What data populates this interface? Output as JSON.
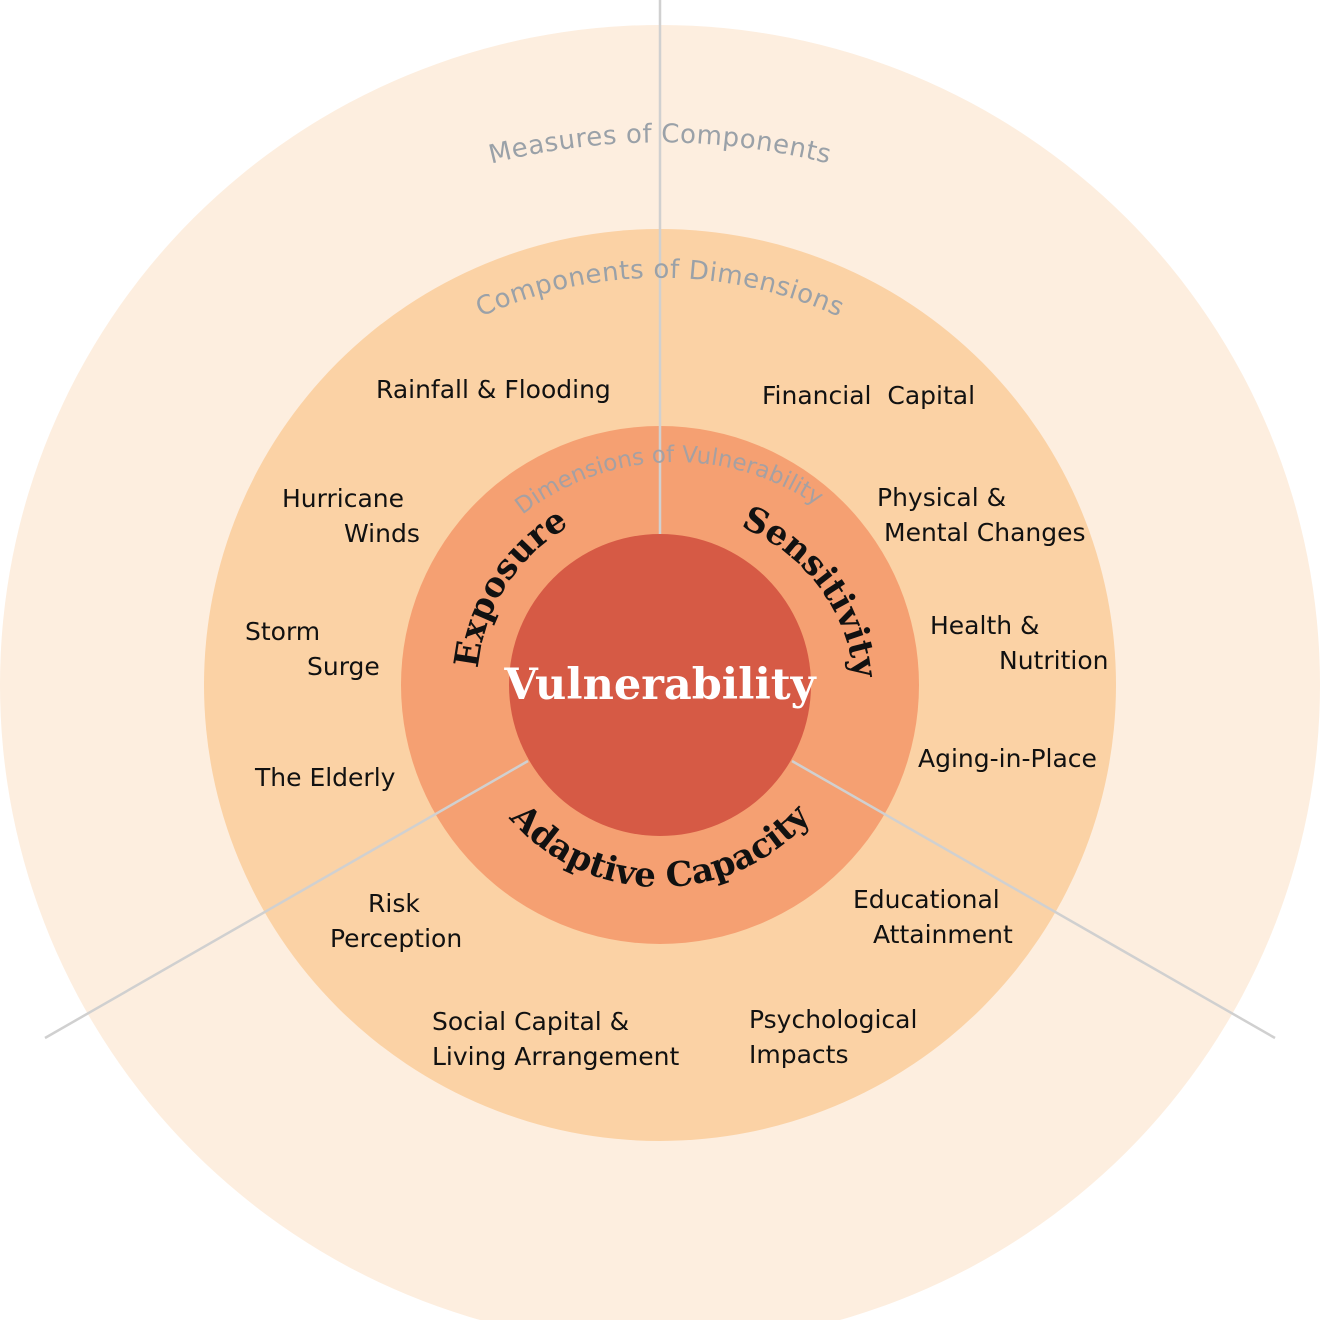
{
  "colors": {
    "outer_ring": "#fdeedf",
    "middle_ring": "#fbd2a5",
    "inner_ring": "#f5a072",
    "center": "#d65a45",
    "divider": "#cfcfcf"
  },
  "rings": {
    "outer_label": "Measures of Components",
    "middle_label": "Components of Dimensions",
    "inner_label": "Dimensions of Vulnerability"
  },
  "center_label": "Vulnerability",
  "dimensions": {
    "exposure": "Exposure",
    "sensitivity": "Sensitivity",
    "adaptive_capacity": "Adaptive Capacity"
  },
  "components": {
    "rainfall": "Rainfall & Flooding",
    "hurricane_1": "Hurricane",
    "hurricane_2": "Winds",
    "storm_1": "Storm",
    "storm_2": "Surge",
    "elderly": "The Elderly",
    "financial": "Financial  Capital",
    "physical_1": "Physical &",
    "physical_2": "Mental Changes",
    "health_1": "Health &",
    "health_2": "Nutrition",
    "aging": "Aging-in-Place",
    "risk_1": "Risk",
    "risk_2": "Perception",
    "social_1": "Social Capital &",
    "social_2": "Living Arrangement",
    "psych_1": "Psychological",
    "psych_2": "Impacts",
    "edu_1": "Educational",
    "edu_2": "Attainment"
  }
}
